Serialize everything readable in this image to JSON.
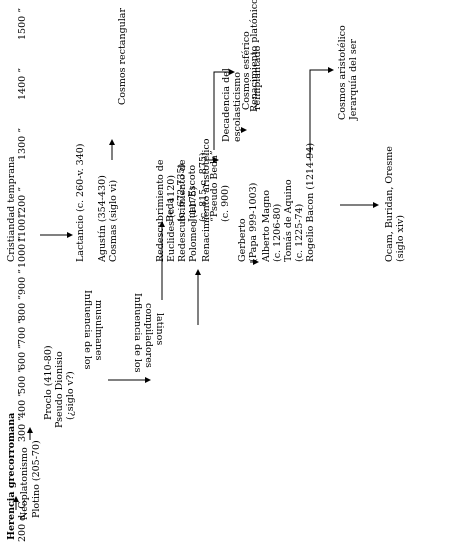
{
  "timeline": [
    "200 d. C.",
    "300 ”",
    "400 ”",
    "500 ”",
    "600 ”",
    "700 ”",
    "800 ”",
    "900 ”",
    "1000 ”",
    "1100 ”",
    "1200 ”",
    "1300 ”",
    "1400 ”",
    "1500 ”"
  ],
  "col_a": {
    "herencia": "Herencia grecorromana",
    "neoplatonismo": "Neoplatonismo",
    "plotino": "Plotino (205-70)",
    "proclo": "Proclo (410-80)",
    "pseudo_dionisio": "Pseudo Dionisio",
    "siglo_v": "(¿siglo v?)",
    "musulmanes_1": "Influencia de los",
    "musulmanes_2": "musulmanes",
    "redesc_1": "Redescubrimiento de",
    "redesc_2": "Euclides (c. 1120)",
    "redesc_3": "Redescubrimiento de",
    "redesc_4": "Polomeo (1175)",
    "renac_arist": "Renacimiento aristotélico",
    "decadencia_1": "Decadencia del",
    "decadencia_2": "escolasticismo",
    "renac_plat": "Renacimiento platónico"
  },
  "col_b": {
    "cristiandad": "Cristiandad temprana",
    "lactancio": "Lactancio (c. 260-v. 340)",
    "agustin": "Agustín (354-430)",
    "cosmas": "Cosmas (siglo vi)",
    "compiladores_1": "Influencia de los",
    "compiladores_2": "compiladores",
    "compiladores_3": "latinos",
    "beda_1": "Beda",
    "beda_2": "(c. 672-735)",
    "escoto_1": "Juan Escoto",
    "escoto_2": "(c. 815-c. 875)",
    "pseudo_beda_1": "“Pseudo Beda”",
    "pseudo_beda_2": "(c. 900)",
    "gerberto_1": "Gerberto",
    "gerberto_2": "(Papa 999-1003)",
    "alberto_1": "Alberto Magno",
    "alberto_2": "(c. 1206-80)",
    "tomas_1": "Tomás de Aquino",
    "tomas_2": "(c. 1225-74)",
    "rogelio": "Rogelio Bacon (1214-94)",
    "occam_1": "Ocam, Buridan, Oresme",
    "occam_2": "(siglo xiv)"
  },
  "col_c": {
    "cosmos_rect": "Cosmos rectangular",
    "cosmos_esf_1": "Cosmos esférico",
    "cosmos_esf_2": "reimplantado",
    "cosmos_arist_1": "Cosmos aristotélico",
    "cosmos_arist_2": "Jerarquía del ser"
  }
}
